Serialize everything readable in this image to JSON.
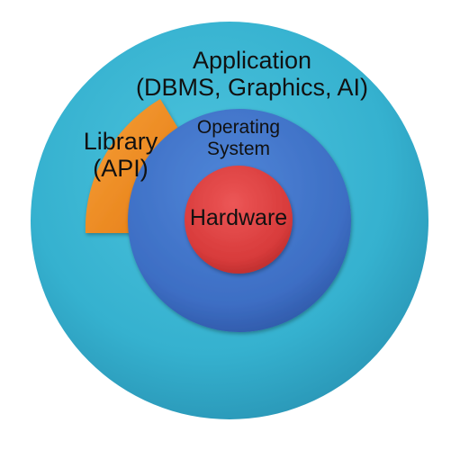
{
  "layers": {
    "application": {
      "line1": "Application",
      "line2": "(DBMS, Graphics, AI)",
      "color": "#3aaecb"
    },
    "library": {
      "line1": "Library",
      "line2": "(API)",
      "color": "#f0891e"
    },
    "operating_system": {
      "line1": "Operating",
      "line2": "System",
      "color": "#3f6fc4"
    },
    "hardware": {
      "label": "Hardware",
      "color": "#d93c3c"
    }
  }
}
